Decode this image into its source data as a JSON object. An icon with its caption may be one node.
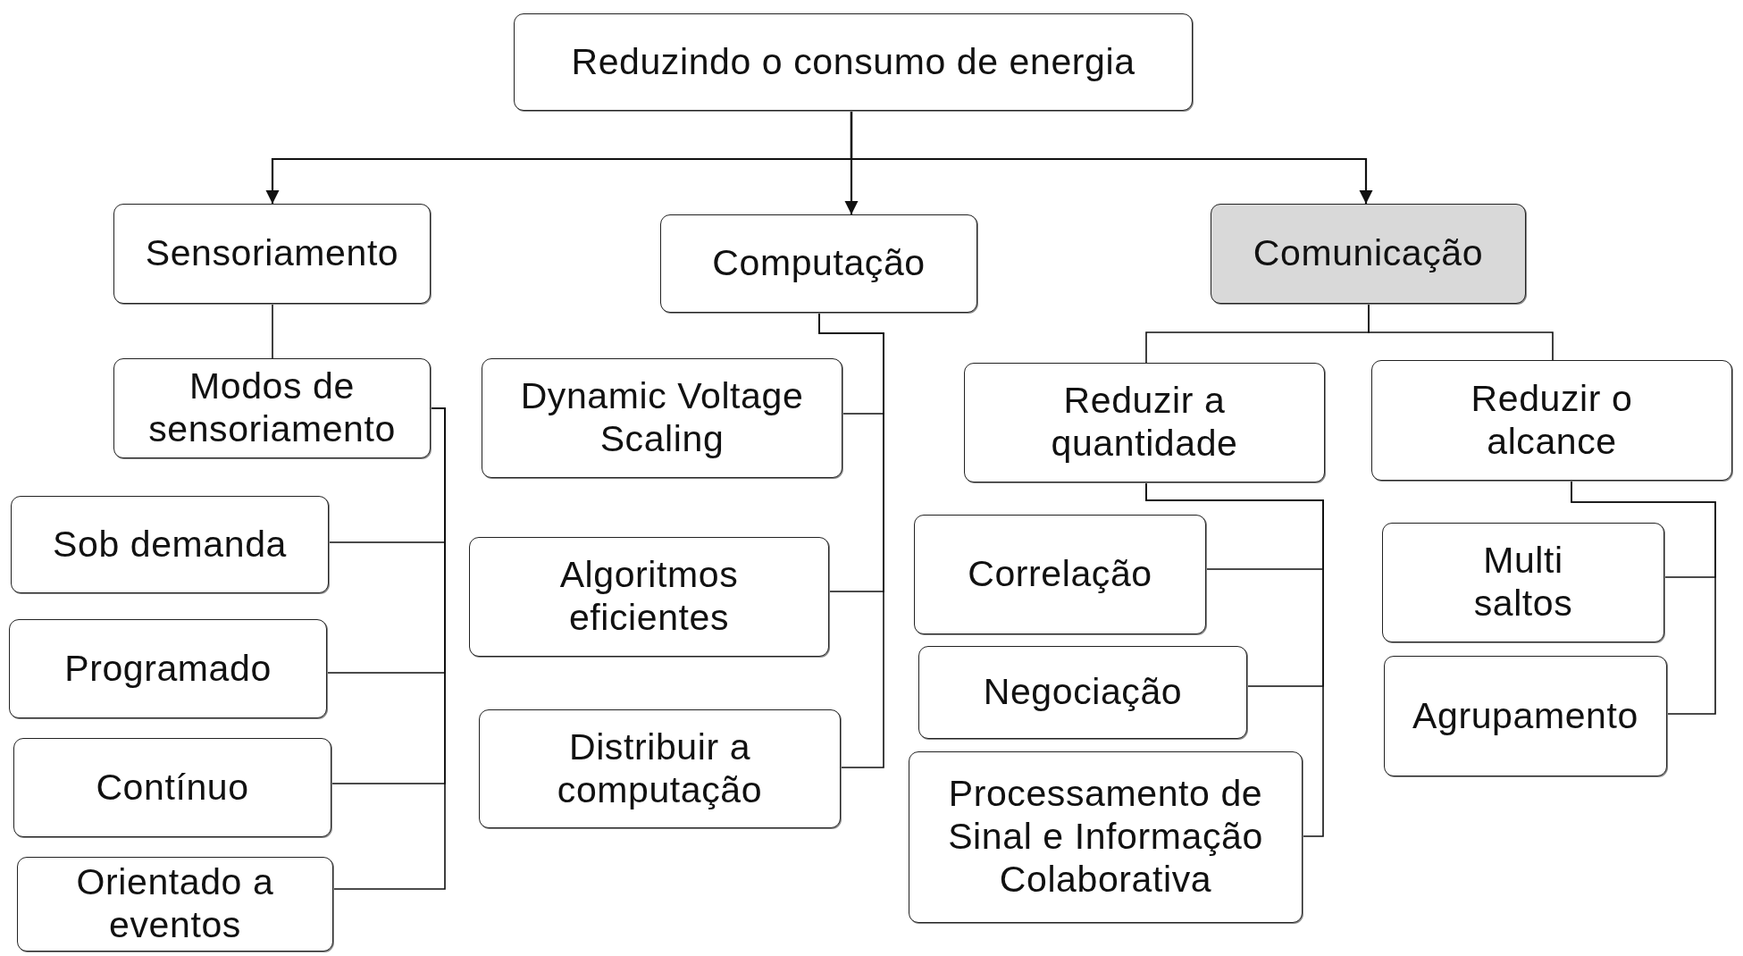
{
  "diagram": {
    "nodes": [
      {
        "text": [
          "Reduzindo o consumo de energia"
        ]
      },
      {
        "text": [
          "Sensoriamento"
        ]
      },
      {
        "text": [
          "Computação"
        ]
      },
      {
        "text": [
          "Comunicação"
        ]
      },
      {
        "text": [
          "Modos de sensoriamento"
        ]
      },
      {
        "text": [
          "Sob demanda"
        ]
      },
      {
        "text": [
          "Programado"
        ]
      },
      {
        "text": [
          "Contínuo"
        ]
      },
      {
        "text": [
          "Orientado a eventos"
        ]
      },
      {
        "text": [
          "Dynamic Voltage Scaling"
        ]
      },
      {
        "text": [
          "Algoritmos eficientes"
        ]
      },
      {
        "text": [
          "Distribuir a computação"
        ]
      },
      {
        "text": [
          "Reduzir a quantidade"
        ]
      },
      {
        "text": [
          "Reduzir o alcance"
        ]
      },
      {
        "text": [
          "Correlação"
        ]
      },
      {
        "text": [
          "Negociação"
        ]
      },
      {
        "text": [
          "Processamento de Sinal e Informação Colaborativa"
        ]
      },
      {
        "text": [
          "Multi saltos"
        ]
      },
      {
        "text": [
          "Agrupamento"
        ]
      }
    ],
    "edges": [
      {
        "from": 0,
        "to": 1,
        "arrow": "to"
      },
      {
        "from": 0,
        "to": 2,
        "arrow": "to"
      },
      {
        "from": 0,
        "to": 3,
        "arrow": "to"
      },
      {
        "from": 1,
        "to": 4,
        "arrow": "none"
      },
      {
        "from": 4,
        "to": 5,
        "arrow": "none"
      },
      {
        "from": 4,
        "to": 6,
        "arrow": "none"
      },
      {
        "from": 4,
        "to": 7,
        "arrow": "none"
      },
      {
        "from": 4,
        "to": 8,
        "arrow": "none"
      },
      {
        "from": 2,
        "to": 9,
        "arrow": "none"
      },
      {
        "from": 2,
        "to": 10,
        "arrow": "none"
      },
      {
        "from": 2,
        "to": 11,
        "arrow": "none"
      },
      {
        "from": 3,
        "to": 12,
        "arrow": "none"
      },
      {
        "from": 3,
        "to": 13,
        "arrow": "none"
      },
      {
        "from": 12,
        "to": 14,
        "arrow": "none"
      },
      {
        "from": 12,
        "to": 15,
        "arrow": "none"
      },
      {
        "from": 12,
        "to": 16,
        "arrow": "none"
      },
      {
        "from": 13,
        "to": 17,
        "arrow": "none"
      },
      {
        "from": 13,
        "to": 18,
        "arrow": "none"
      }
    ]
  }
}
